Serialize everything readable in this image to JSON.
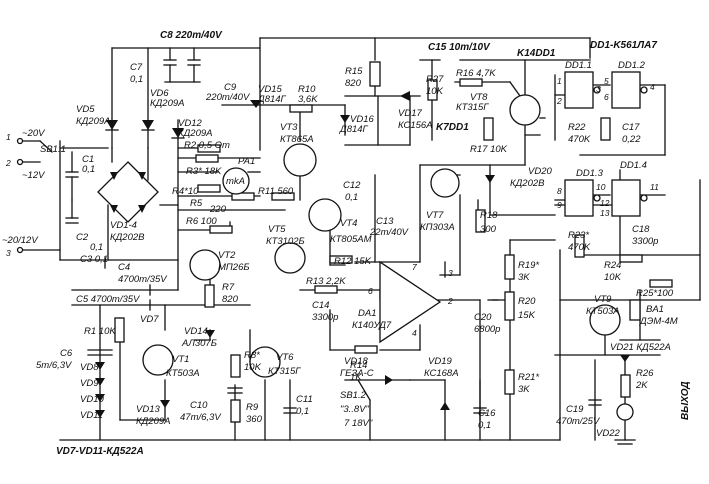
{
  "supply": {
    "in_20": "~20V",
    "in_12": "~12V",
    "in_dc": "~20/12V",
    "pin1": "1",
    "pin2": "2",
    "pin3": "3",
    "sb1": "SB1.1"
  },
  "labels": {
    "c8": "C8 220m/40V",
    "c7": "C7",
    "c7v": "0,1",
    "vd5": "VD5",
    "vd5t": "КД209А",
    "vd6": "VD6",
    "vd6t": "КД209А",
    "vd12": "VD12",
    "vd12t": "КД209А",
    "c1": "C1",
    "c1v": "0,1",
    "c2": "C2",
    "c2v": "0,1",
    "vd14bridge": "VD1-4",
    "vd14bridget": "КД202В",
    "r2": "R2 0,5 Om",
    "r3": "R3* 18K",
    "pa1": "PA1",
    "ma": "mkA",
    "r4": "R4*10",
    "r5": "R5",
    "r5v": "220",
    "r6": "R6 100",
    "r11": "R11 560",
    "c9": "C9",
    "c9v": "220m/40V",
    "vd15": "VD15",
    "vd15t": "Д814Г",
    "r10": "R10",
    "r10v": "3,6K",
    "vt3": "VT3",
    "vt3t": "КТ865А",
    "r15": "R15",
    "r15v": "820",
    "vd16": "VD16",
    "vd16t": "Д814Г",
    "vd17": "VD17",
    "vd17t": "КС156А",
    "c15": "C15 10m/10V",
    "k14": "K14DD1",
    "r27": "R27",
    "r27v": "10K",
    "r16": "R16 4,7K",
    "vt8": "VT8",
    "vt8t": "КТ315Г",
    "k7": "K7DD1",
    "r17": "R17 10K",
    "dd1": "DD1-K561ЛА7",
    "dd11": "DD1.1",
    "dd12": "DD1.2",
    "dd13": "DD1.3",
    "dd14": "DD1.4",
    "r22": "R22",
    "r22v": "470K",
    "c17": "C17",
    "c17v": "0,22",
    "vd20": "VD20",
    "vd20t": "КД202В",
    "c12": "C12",
    "c12v": "0,1",
    "vt7": "VT7",
    "vt7t": "КП303А",
    "r18": "R18",
    "r18v": "300",
    "c13": "C13",
    "c13v": "22m/40V",
    "vt4": "VT4",
    "vt4t": "КТ805АМ",
    "r12": "R12 15K",
    "vt5": "VT5",
    "vt5t": "КТ3102Б",
    "vt2": "VT2",
    "vt2t": "МП26Б",
    "r23": "R23*",
    "r23v": "470K",
    "c18": "C18",
    "c18v": "3300p",
    "r24": "R24",
    "r24v": "10K",
    "r25": "R25*100",
    "c3": "C3 0,1",
    "c4": "C4",
    "c4v": "4700m/35V",
    "c5": "C5 4700m/35V",
    "r7": "R7",
    "r7v": "820",
    "r13": "R13 2,2K",
    "c14": "C14",
    "c14v": "3300p",
    "da1": "DA1",
    "da1t": "К140УД7",
    "r19": "R19*",
    "r19v": "3K",
    "r20": "R20",
    "r20v": "15K",
    "c20": "C20",
    "c20v": "6800p",
    "vt9": "VT9",
    "vt9t": "КТ503А",
    "ba1": "BA1",
    "ba1t": "ДЭМ-4М",
    "vd21": "VD21 КД522А",
    "r1": "R1 10K",
    "vd7": "VD7",
    "vt1": "VT1",
    "vt1t": "КТ503А",
    "vd14led": "VD14",
    "vd14ledt": "АЛ307Б",
    "r8": "R8*",
    "r8v": "10K",
    "vt6": "VT6",
    "vt6t": "КТ315Г",
    "r14": "R14",
    "r14v": "1K",
    "c6": "C6",
    "c6v": "5m/6,3V",
    "vd8": "VD8",
    "vd9": "VD9",
    "vd10": "VD10",
    "vd11": "VD11",
    "vd13": "VD13",
    "vd13t": "КД209А",
    "c10": "C10",
    "c10v": "47m/6,3V",
    "r9": "R9",
    "r9v": "360",
    "c11": "C11",
    "c11v": "0,1",
    "vd18": "VD18",
    "vd18t": "ГЕЗА-С",
    "vd19": "VD19",
    "vd19t": "КС168А",
    "sb12": "SB1.2",
    "sb12a": "\"3..8V\"",
    "sb12b": "7  18V\"",
    "c16": "C16",
    "c16v": "0,1",
    "r21": "R21*",
    "r21v": "3K",
    "r26": "R26",
    "r26v": "2K",
    "c19": "C19",
    "c19v": "470m/25V",
    "vd22": "VD22",
    "out": "ВЫХОД",
    "vd711": "VD7-VD11-КД522А",
    "p7": "7",
    "p6": "6",
    "p3": "3",
    "p2": "2",
    "p4": "4",
    "g1": "1",
    "g2": "2",
    "g5": "5",
    "g6": "6",
    "g3": "3",
    "g4": "4",
    "g8": "8",
    "g9": "9",
    "g10": "10",
    "g12": "12",
    "g13": "13",
    "g11": "11"
  }
}
